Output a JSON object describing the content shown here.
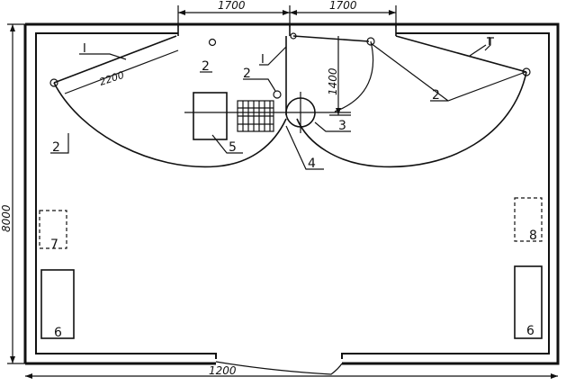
{
  "dimensions": {
    "top_left": "1700",
    "top_right": "1700",
    "radius": "2200",
    "depth": "1400",
    "height": "8000",
    "width": "1200"
  },
  "labels": {
    "l_I_left": "I",
    "l_2_top": "2",
    "l_2_mid": "2",
    "l_I_mid": "I",
    "l_I_right": "I",
    "l_2_right": "2",
    "l_2_left": "2",
    "l_3": "3",
    "l_4": "4",
    "l_5": "5",
    "l_6_left": "6",
    "l_6_right": "6",
    "l_7": "7",
    "l_8": "8"
  }
}
